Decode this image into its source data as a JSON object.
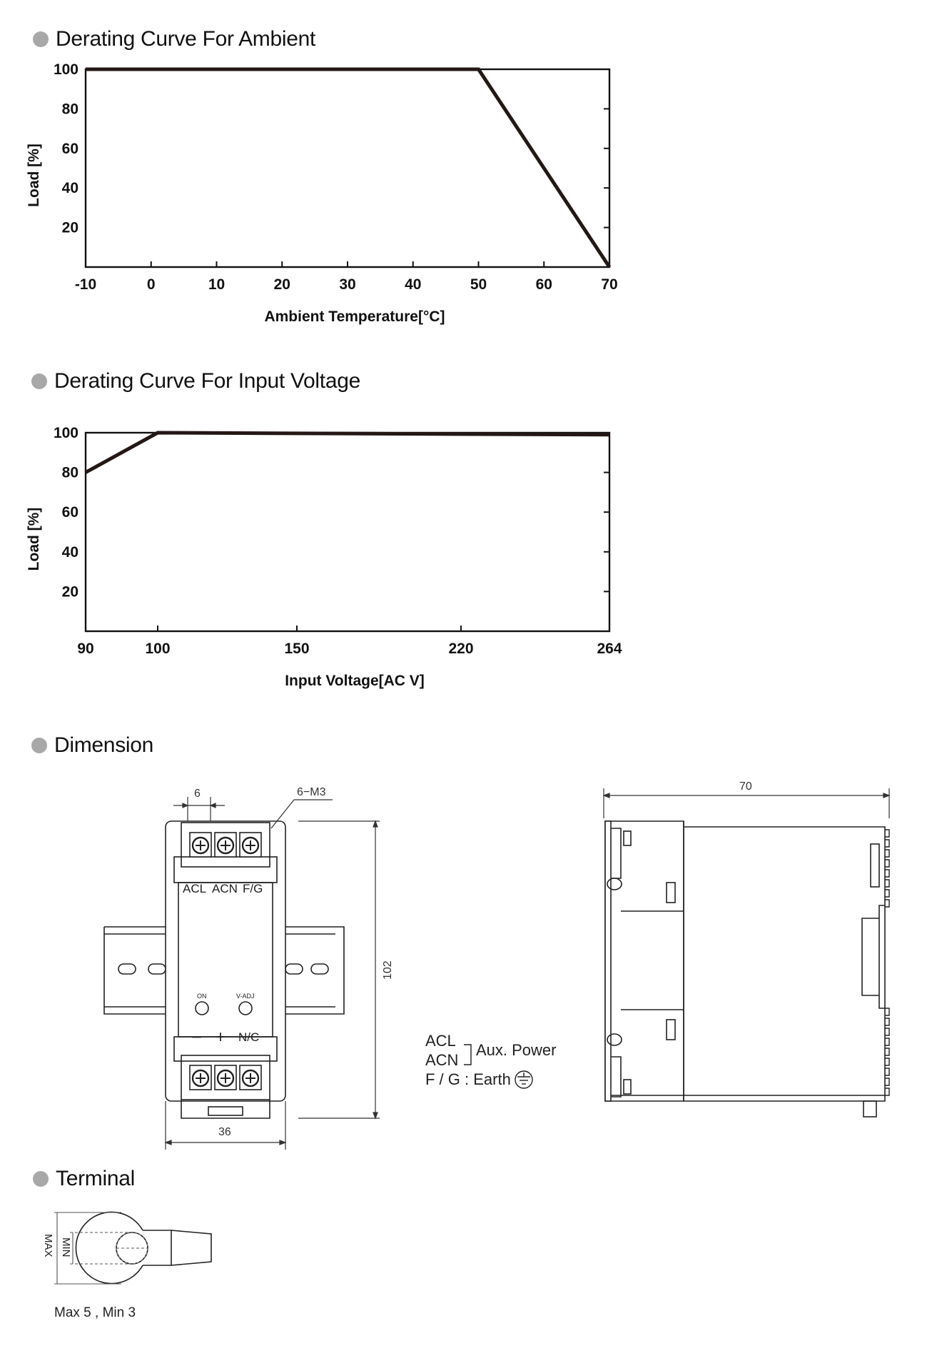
{
  "sections": {
    "ambient_title": "Derating Curve For Ambient",
    "voltage_title": "Derating Curve For Input Voltage",
    "dimension_title": "Dimension",
    "terminal_title": "Terminal"
  },
  "chart_data": [
    {
      "type": "line",
      "xlabel": "Ambient Temperature[°C]",
      "ylabel": "Load  [%]",
      "x_ticks": [
        "-10",
        "0",
        "10",
        "20",
        "30",
        "40",
        "50",
        "60",
        "70"
      ],
      "y_ticks": [
        "20",
        "40",
        "60",
        "80",
        "100"
      ],
      "xlim": [
        -10,
        70
      ],
      "ylim": [
        0,
        100
      ],
      "series": [
        {
          "x": [
            -10,
            50,
            70
          ],
          "y": [
            100,
            100,
            0
          ]
        }
      ],
      "line_color": "#231815"
    },
    {
      "type": "line",
      "xlabel": "Input Voltage[AC V]",
      "ylabel": "Load  [%]",
      "x_ticks": [
        "90",
        "100",
        "150",
        "220",
        "264"
      ],
      "y_ticks": [
        "20",
        "40",
        "60",
        "80",
        "100"
      ],
      "ylim": [
        0,
        100
      ],
      "series": [
        {
          "x": [
            90,
            100,
            264
          ],
          "y": [
            80,
            100,
            99
          ]
        }
      ],
      "line_color": "#231815"
    }
  ],
  "dimension": {
    "pitch": "6",
    "screw": "6−M3",
    "height": "102",
    "width": "36",
    "depth": "70",
    "top_terminals": [
      "ACL",
      "ACN",
      "F/G"
    ],
    "indicator_on": "ON",
    "indicator_vadj": "V-ADJ",
    "bottom_terminals": [
      "−",
      "+",
      "N/C"
    ]
  },
  "legend": {
    "acl": "ACL",
    "acn": "ACN",
    "aux": "Aux. Power",
    "fg": "F / G :  Earth"
  },
  "terminal": {
    "max_label": "MAX",
    "min_label": "MIN",
    "note": "Max 5 ,  Min 3"
  }
}
